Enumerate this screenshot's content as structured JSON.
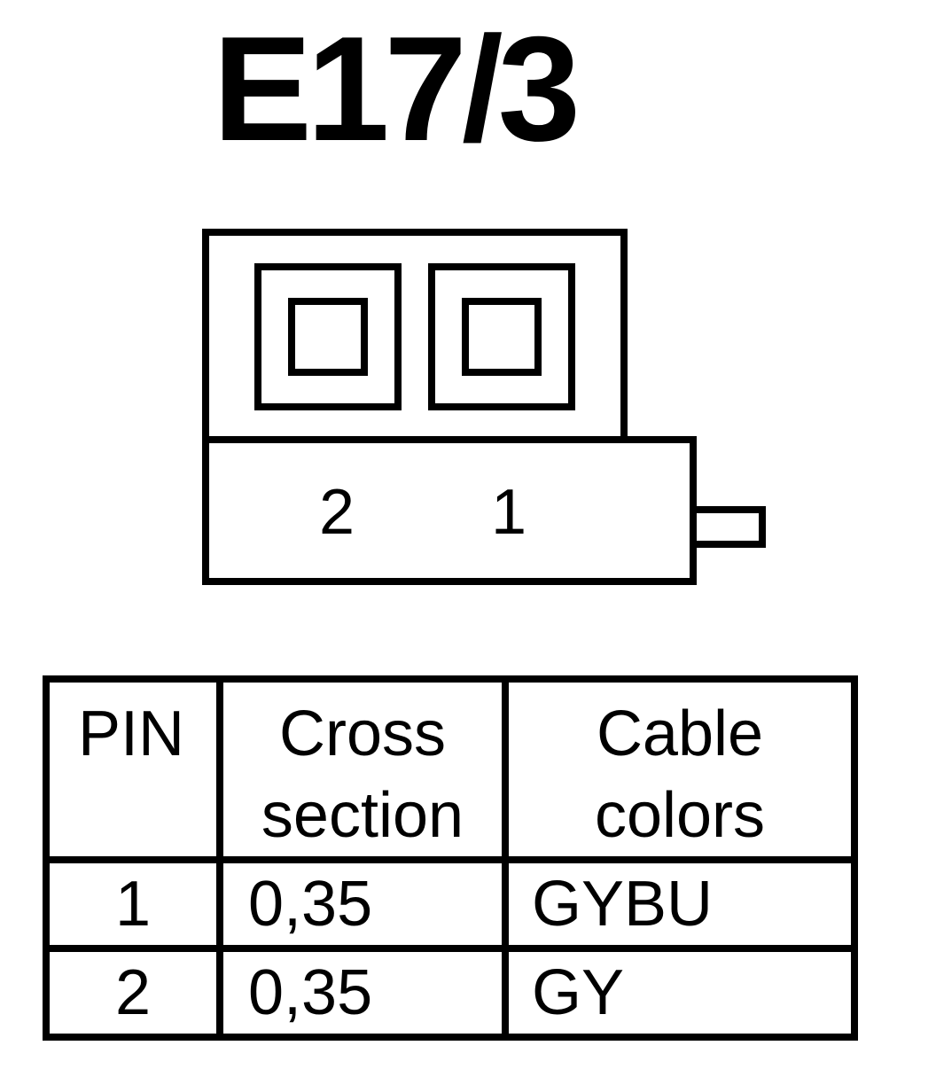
{
  "title": "E17/3",
  "connector": {
    "pin_labels": [
      "2",
      "1"
    ]
  },
  "table": {
    "headers": {
      "pin": [
        "PIN"
      ],
      "cross_section": [
        "Cross",
        "section"
      ],
      "cable_colors": [
        "Cable",
        "colors"
      ]
    },
    "rows": [
      {
        "pin": "1",
        "cross_section": "0,35",
        "color": "GYBU"
      },
      {
        "pin": "2",
        "cross_section": "0,35",
        "color": "GY"
      }
    ]
  },
  "colors": {
    "ink": "#000000",
    "background": "#ffffff"
  }
}
